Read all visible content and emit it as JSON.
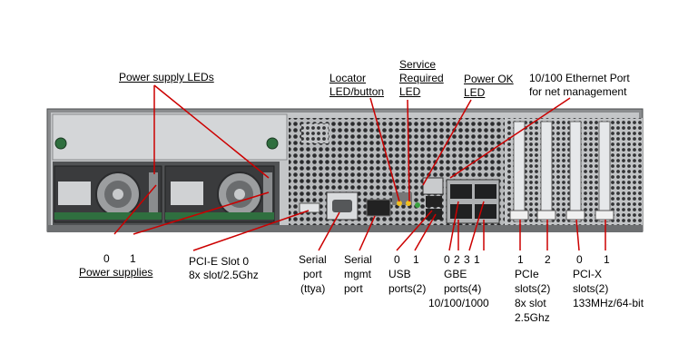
{
  "labels": {
    "power_supply_leds": "Power supply LEDs",
    "locator_1": "Locator",
    "locator_2": "LED/button",
    "service_1": "Service",
    "service_2": "Required",
    "service_3": "LED",
    "power_ok_1": "Power OK",
    "power_ok_2": "LED",
    "eth_1": "10/100 Ethernet Port",
    "eth_2": "for net management",
    "ps_num_0": "0",
    "ps_num_1": "1",
    "power_supplies": "Power supplies",
    "pcie_slot0_1": "PCI-E Slot 0",
    "pcie_slot0_2": "8x slot/2.5Ghz",
    "serial_1": "Serial",
    "serial_2": "port",
    "serial_3": "(ttya)",
    "serial_mgmt_1": "Serial",
    "serial_mgmt_2": "mgmt",
    "serial_mgmt_3": "port",
    "usb_num_0": "0",
    "usb_num_1": "1",
    "usb_1": "USB",
    "usb_2": "ports(2)",
    "gbe_nums": "0 2  3  1",
    "gbe_1": "GBE",
    "gbe_2": "ports(4)",
    "gbe_3": "10/100/1000",
    "pcie_num_1": "1",
    "pcie_num_2": "2",
    "pcie_1": "PCIe",
    "pcie_2": "slots(2)",
    "pcie_3": "8x slot",
    "pcie_4": "2.5Ghz",
    "pcix_num_0": "0",
    "pcix_num_1": "1",
    "pcix_1": "PCI-X",
    "pcix_2": "slots(2)",
    "pcix_3": "133MHz/64-bit"
  },
  "colors": {
    "leader": "#cc0000",
    "chassis": "#8a8c8e",
    "panel": "#c4c6c8"
  }
}
